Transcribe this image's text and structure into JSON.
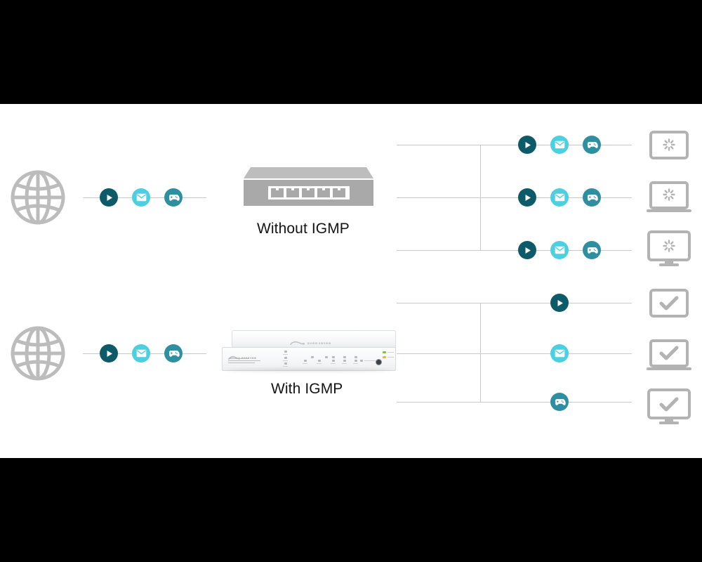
{
  "diagram": {
    "title_semantic": "IGMP Snooping multicast comparison diagram",
    "background_color": "#ffffff",
    "letterbox_color": "#000000",
    "line_color": "#c9c9c9",
    "colors": {
      "video_dark_teal": "#0d5a68",
      "mail_cyan": "#4ccfe0",
      "game_teal": "#2d8fa0",
      "device_gray": "#b3b3b3",
      "switch_gray": "#a9a9a9",
      "label_text": "#141414"
    },
    "sections": [
      {
        "id": "without-igmp",
        "label": "Without IGMP",
        "source": {
          "icon": "globe-icon",
          "name": "internet-globe"
        },
        "uplink_streams": [
          {
            "icon": "play-icon",
            "name": "video-stream",
            "color": "#0d5a68"
          },
          {
            "icon": "mail-icon",
            "name": "mail-stream",
            "color": "#4ccfe0"
          },
          {
            "icon": "gamepad-icon",
            "name": "game-stream",
            "color": "#2d8fa0"
          }
        ],
        "switch": {
          "name": "generic-switch",
          "ports": 5,
          "style": "gray"
        },
        "branches": [
          {
            "streams": [
              {
                "icon": "play-icon",
                "color": "#0d5a68"
              },
              {
                "icon": "mail-icon",
                "color": "#4ccfe0"
              },
              {
                "icon": "gamepad-icon",
                "color": "#2d8fa0"
              }
            ],
            "device": {
              "type": "tablet",
              "status": "loading",
              "status_icon": "spinner-icon"
            }
          },
          {
            "streams": [
              {
                "icon": "play-icon",
                "color": "#0d5a68"
              },
              {
                "icon": "mail-icon",
                "color": "#4ccfe0"
              },
              {
                "icon": "gamepad-icon",
                "color": "#2d8fa0"
              }
            ],
            "device": {
              "type": "laptop",
              "status": "loading",
              "status_icon": "spinner-icon"
            }
          },
          {
            "streams": [
              {
                "icon": "play-icon",
                "color": "#0d5a68"
              },
              {
                "icon": "mail-icon",
                "color": "#4ccfe0"
              },
              {
                "icon": "gamepad-icon",
                "color": "#2d8fa0"
              }
            ],
            "device": {
              "type": "monitor",
              "status": "loading",
              "status_icon": "spinner-icon"
            }
          }
        ]
      },
      {
        "id": "with-igmp",
        "label": "With IGMP",
        "source": {
          "icon": "globe-icon",
          "name": "internet-globe"
        },
        "uplink_streams": [
          {
            "icon": "play-icon",
            "name": "video-stream",
            "color": "#0d5a68"
          },
          {
            "icon": "mail-icon",
            "name": "mail-stream",
            "color": "#4ccfe0"
          },
          {
            "icon": "gamepad-icon",
            "name": "game-stream",
            "color": "#2d8fa0"
          }
        ],
        "switch": {
          "name": "tp-link-switch",
          "brand": "tp-link",
          "style": "white-photo"
        },
        "branches": [
          {
            "streams": [
              {
                "icon": "play-icon",
                "color": "#0d5a68"
              }
            ],
            "device": {
              "type": "tablet",
              "status": "ok",
              "status_icon": "check-icon"
            }
          },
          {
            "streams": [
              {
                "icon": "mail-icon",
                "color": "#4ccfe0"
              }
            ],
            "device": {
              "type": "laptop",
              "status": "ok",
              "status_icon": "check-icon"
            }
          },
          {
            "streams": [
              {
                "icon": "gamepad-icon",
                "color": "#2d8fa0"
              }
            ],
            "device": {
              "type": "monitor",
              "status": "ok",
              "status_icon": "check-icon"
            }
          }
        ]
      }
    ]
  }
}
